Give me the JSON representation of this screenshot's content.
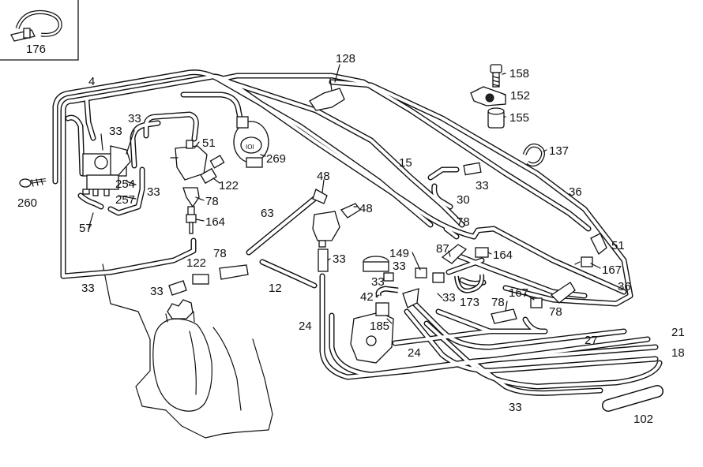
{
  "inset": {
    "label": "176"
  },
  "callouts": [
    {
      "id": "c-4",
      "text": "4"
    },
    {
      "id": "c-128",
      "text": "128"
    },
    {
      "id": "c-158",
      "text": "158"
    },
    {
      "id": "c-152",
      "text": "152"
    },
    {
      "id": "c-155",
      "text": "155"
    },
    {
      "id": "c-137",
      "text": "137"
    },
    {
      "id": "c-33a",
      "text": "33"
    },
    {
      "id": "c-33b",
      "text": "33"
    },
    {
      "id": "c-51a",
      "text": "51"
    },
    {
      "id": "c-269",
      "text": "269"
    },
    {
      "id": "c-15",
      "text": "15"
    },
    {
      "id": "c-260",
      "text": "260"
    },
    {
      "id": "c-254",
      "text": "254"
    },
    {
      "id": "c-257",
      "text": "257"
    },
    {
      "id": "c-33c",
      "text": "33"
    },
    {
      "id": "c-122a",
      "text": "122"
    },
    {
      "id": "c-78a",
      "text": "78"
    },
    {
      "id": "c-164a",
      "text": "164"
    },
    {
      "id": "c-48a",
      "text": "48"
    },
    {
      "id": "c-48b",
      "text": "48"
    },
    {
      "id": "c-63",
      "text": "63"
    },
    {
      "id": "c-33d",
      "text": "33"
    },
    {
      "id": "c-30",
      "text": "30"
    },
    {
      "id": "c-78b",
      "text": "78"
    },
    {
      "id": "c-36a",
      "text": "36"
    },
    {
      "id": "c-57",
      "text": "57"
    },
    {
      "id": "c-51b",
      "text": "51"
    },
    {
      "id": "c-122b",
      "text": "122"
    },
    {
      "id": "c-78c",
      "text": "78"
    },
    {
      "id": "c-33e",
      "text": "33"
    },
    {
      "id": "c-149",
      "text": "149"
    },
    {
      "id": "c-33f",
      "text": "33"
    },
    {
      "id": "c-87",
      "text": "87"
    },
    {
      "id": "c-164b",
      "text": "164"
    },
    {
      "id": "c-167a",
      "text": "167"
    },
    {
      "id": "c-33g",
      "text": "33"
    },
    {
      "id": "c-33h",
      "text": "33"
    },
    {
      "id": "c-12",
      "text": "12"
    },
    {
      "id": "c-33i",
      "text": "33"
    },
    {
      "id": "c-36b",
      "text": "36"
    },
    {
      "id": "c-42",
      "text": "42"
    },
    {
      "id": "c-33j",
      "text": "33"
    },
    {
      "id": "c-173",
      "text": "173"
    },
    {
      "id": "c-78d",
      "text": "78"
    },
    {
      "id": "c-167b",
      "text": "167"
    },
    {
      "id": "c-78e",
      "text": "78"
    },
    {
      "id": "c-24a",
      "text": "24"
    },
    {
      "id": "c-185",
      "text": "185"
    },
    {
      "id": "c-24b",
      "text": "24"
    },
    {
      "id": "c-27",
      "text": "27"
    },
    {
      "id": "c-21",
      "text": "21"
    },
    {
      "id": "c-18",
      "text": "18"
    },
    {
      "id": "c-33k",
      "text": "33"
    },
    {
      "id": "c-102",
      "text": "102"
    }
  ]
}
